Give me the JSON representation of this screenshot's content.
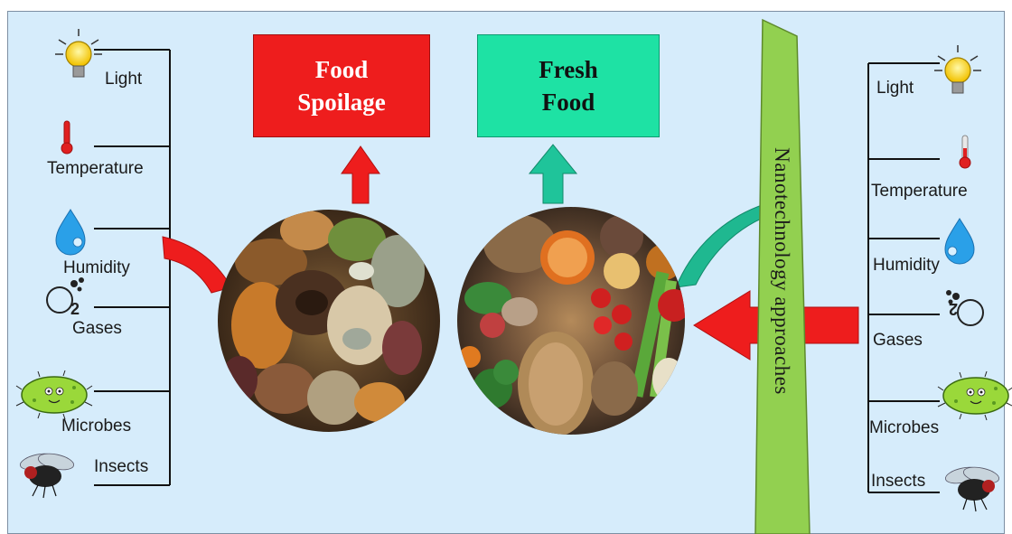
{
  "boxes": {
    "spoilage": "Food Spoilage",
    "fresh": "Fresh Food"
  },
  "banner": "Nanotechnology approaches",
  "left_factors": [
    "Light",
    "Temperature",
    "Humidity",
    "Gases",
    "Microbes",
    "Insects"
  ],
  "right_factors": [
    "Light",
    "Temperature",
    "Humidity",
    "Gases",
    "Microbes",
    "Insects"
  ],
  "gas_symbols": {
    "left_subscript": "2",
    "right_subscript": "2"
  },
  "colors": {
    "background": "#d6ecfb",
    "spoilage_red": "#ee1d1d",
    "fresh_teal": "#1ee2a4",
    "banner_green": "#92d050",
    "arrow_red": "#ee1d1d",
    "arrow_teal": "#1fb890"
  },
  "icons": {
    "light": "lightbulb-icon",
    "temperature": "thermometer-icon",
    "humidity": "water-drop-icon",
    "gases": "gas-bubbles-icon",
    "microbes": "microbe-icon",
    "insects": "fly-icon"
  }
}
